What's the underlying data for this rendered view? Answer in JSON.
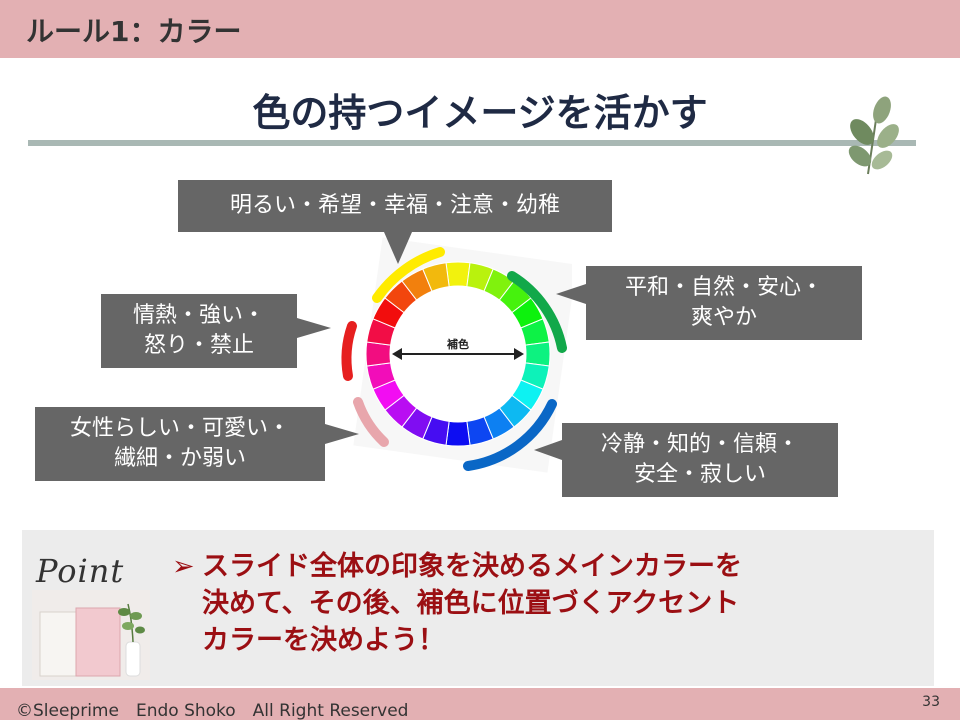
{
  "header": {
    "title": "ルール1：カラー"
  },
  "main": {
    "title": "色の持つイメージを活かす"
  },
  "wheel": {
    "center_label": "補色"
  },
  "callouts": {
    "top": {
      "lines": [
        "明るい・希望・幸福・注意・幼稚"
      ]
    },
    "right_top": {
      "lines": [
        "平和・自然・安心・",
        "爽やか"
      ]
    },
    "left_top": {
      "lines": [
        "情熱・強い・",
        "怒り・禁止"
      ]
    },
    "left_bottom": {
      "lines": [
        "女性らしい・可愛い・",
        "繊細・か弱い"
      ]
    },
    "right_bottom": {
      "lines": [
        "冷静・知的・信頼・",
        "安全・寂しい"
      ]
    }
  },
  "point": {
    "label": "Point",
    "arrow": "➢",
    "lines": [
      "スライド全体の印象を決めるメインカラーを",
      "決めて、その後、補色に位置づくアクセント",
      "カラーを決めよう！"
    ]
  },
  "footer": {
    "copyright": "©Sleeprime　Endo Shoko　All Right Reserved",
    "page": "33"
  },
  "colors": {
    "header_bg": "#e3b0b3",
    "callout_bg": "#666666",
    "point_text": "#9b0f13",
    "title": "#1f2a44"
  }
}
